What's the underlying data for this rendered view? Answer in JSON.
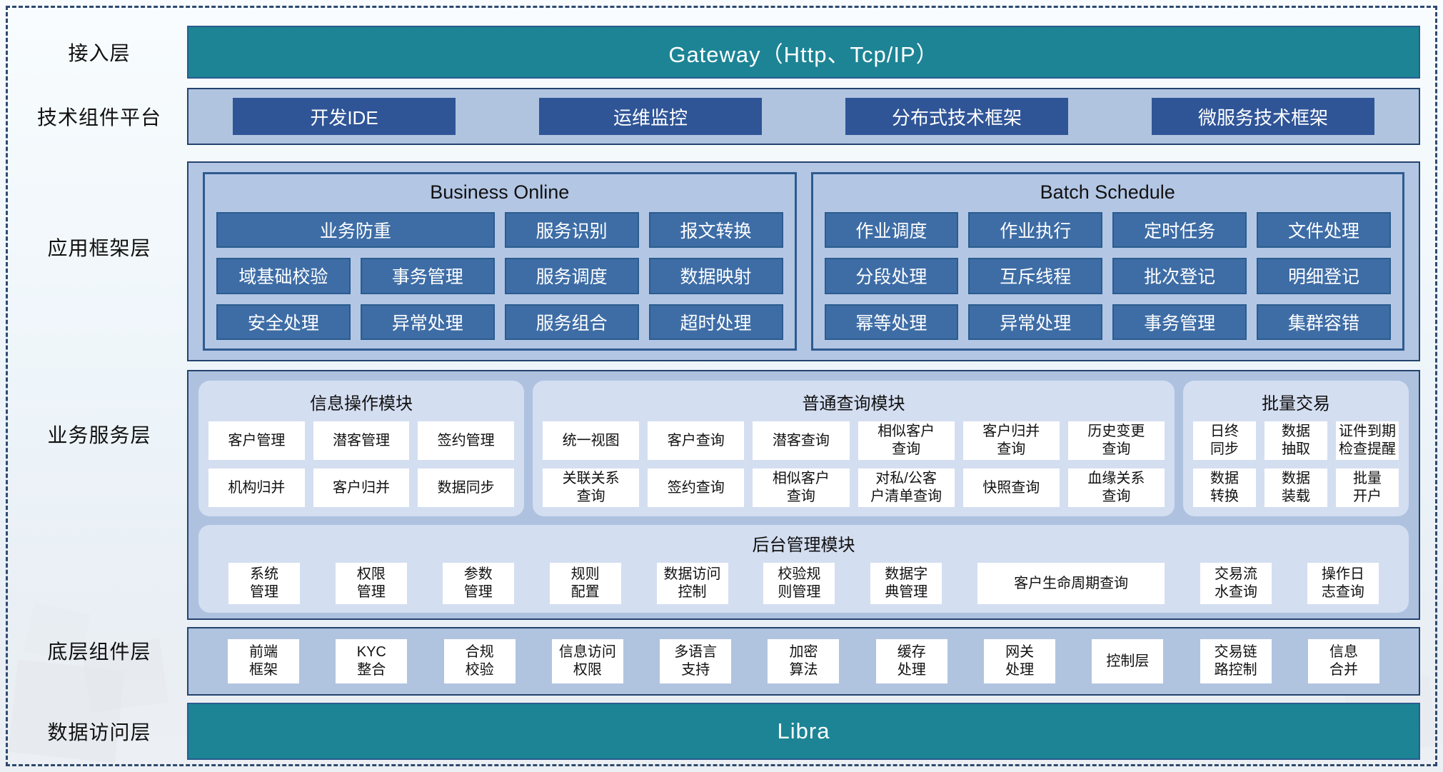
{
  "colors": {
    "teal_bar": "#1C8495",
    "navy_chip": "#2F5597",
    "steel_box": "#3E6DA6",
    "steel_box_border": "#2B5C8E",
    "container_fill": "#B3C6E4",
    "container_border": "#24436E",
    "panel_border": "#2E5B8F",
    "section_fill": "#D4DEF1",
    "chip_fill": "#FFFFFF",
    "frame_dash": "#2C4A6E"
  },
  "layers": {
    "access": {
      "label": "接入层",
      "gateway_label": "Gateway（Http、Tcp/IP）"
    },
    "tech_platform": {
      "label": "技术组件平台",
      "items": [
        "开发IDE",
        "运维监控",
        "分布式技术框架",
        "微服务技术框架"
      ]
    },
    "app_framework": {
      "label": "应用框架层",
      "business_online": {
        "title": "Business Online",
        "items": [
          {
            "label": "业务防重",
            "span": 2
          },
          {
            "label": "服务识别"
          },
          {
            "label": "报文转换"
          },
          {
            "label": "域基础校验"
          },
          {
            "label": "事务管理"
          },
          {
            "label": "服务调度"
          },
          {
            "label": "数据映射"
          },
          {
            "label": "安全处理"
          },
          {
            "label": "异常处理"
          },
          {
            "label": "服务组合"
          },
          {
            "label": "超时处理"
          }
        ]
      },
      "batch_schedule": {
        "title": "Batch Schedule",
        "items": [
          "作业调度",
          "作业执行",
          "定时任务",
          "文件处理",
          "分段处理",
          "互斥线程",
          "批次登记",
          "明细登记",
          "幂等处理",
          "异常处理",
          "事务管理",
          "集群容错"
        ]
      }
    },
    "business_service": {
      "label": "业务服务层",
      "info_module": {
        "title": "信息操作模块",
        "items": [
          "客户管理",
          "潜客管理",
          "签约管理",
          "机构归并",
          "客户归并",
          "数据同步"
        ]
      },
      "query_module": {
        "title": "普通查询模块",
        "items": [
          "统一视图",
          "客户查询",
          "潜客查询",
          "相似客户\n查询",
          "客户归并\n查询",
          "历史变更\n查询",
          "关联关系\n查询",
          "签约查询",
          "相似客户\n查询",
          "对私/公客\n户清单查询",
          "快照查询",
          "血缘关系\n查询"
        ]
      },
      "batch_trade": {
        "title": "批量交易",
        "items": [
          "日终\n同步",
          "数据\n抽取",
          "证件到期\n检查提醒",
          "数据\n转换",
          "数据\n装载",
          "批量\n开户"
        ]
      },
      "backend_module": {
        "title": "后台管理模块",
        "items": [
          "系统\n管理",
          "权限\n管理",
          "参数\n管理",
          "规则\n配置",
          "数据访问\n控制",
          "校验规\n则管理",
          "数据字\n典管理",
          {
            "label": "客户生命周期查询",
            "wide": true
          },
          "交易流\n水查询",
          "操作日\n志查询"
        ]
      }
    },
    "bottom_components": {
      "label": "底层组件层",
      "items": [
        "前端\n框架",
        "KYC\n整合",
        "合规\n校验",
        "信息访问\n权限",
        "多语言\n支持",
        "加密\n算法",
        "缓存\n处理",
        "网关\n处理",
        "控制层",
        "交易链\n路控制",
        "信息\n合并"
      ]
    },
    "data_access": {
      "label": "数据访问层",
      "bar_label": "Libra"
    }
  }
}
